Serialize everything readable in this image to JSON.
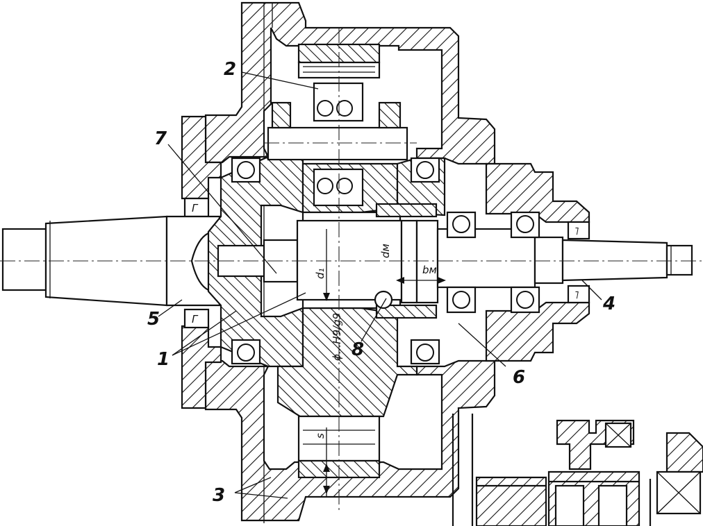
{
  "callouts": {
    "n1": "1",
    "n2": "2",
    "n3": "3",
    "n4": "4",
    "n5": "5",
    "n6": "6",
    "n7": "7",
    "n8": "8"
  },
  "dimensions": {
    "d1": "d₁",
    "dm": "dм",
    "bm": "bм",
    "fit": "ϕ...H9/g9",
    "s": "s"
  }
}
